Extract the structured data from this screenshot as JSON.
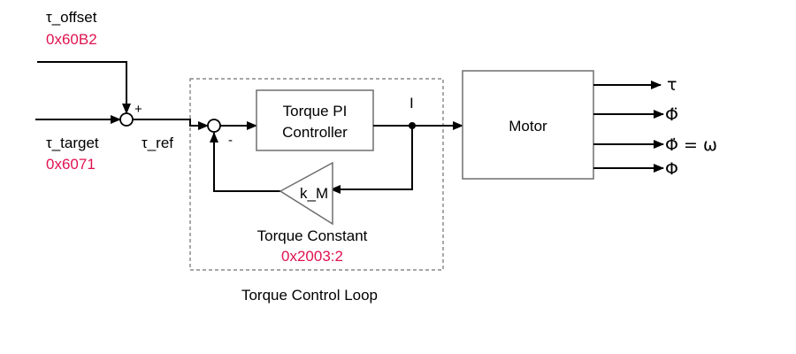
{
  "colors": {
    "register": "#e0134f",
    "line": "#000000",
    "box_border": "#6e6e6e",
    "dashed_border": "#707070"
  },
  "inputs": {
    "offset": {
      "label": "τ_offset",
      "register": "0x60B2"
    },
    "target": {
      "label": "τ_target",
      "register": "0x6071"
    },
    "reference": {
      "label": "τ_ref"
    }
  },
  "summing_junction_1": {
    "sign_top": "+"
  },
  "summing_junction_2": {
    "sign_bottom": "-"
  },
  "pi_controller": {
    "line1": "Torque PI",
    "line2": "Controller"
  },
  "current_label": "I",
  "gain_block": {
    "label": "k_M",
    "name": "Torque Constant",
    "register": "0x2003:2"
  },
  "loop_title": "Torque Control Loop",
  "motor": {
    "label": "Motor",
    "outputs": [
      {
        "label": "τ"
      },
      {
        "label": "Φ̈"
      },
      {
        "label": "Φ̇ = ω"
      },
      {
        "label": "Φ"
      }
    ]
  }
}
